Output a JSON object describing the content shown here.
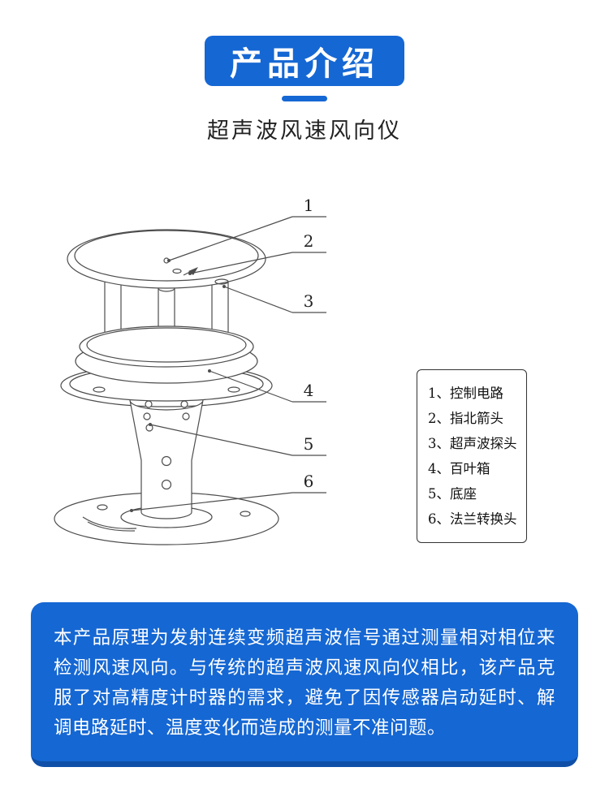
{
  "header": {
    "title": "产品介绍",
    "subtitle": "超声波风速风向仪"
  },
  "diagram": {
    "callouts": [
      "1",
      "2",
      "3",
      "4",
      "5",
      "6"
    ]
  },
  "legend": {
    "items": [
      "1、控制电路",
      "2、指北箭头",
      "3、超声波探头",
      "4、百叶箱",
      "5、底座",
      "6、法兰转换头"
    ]
  },
  "description": {
    "text": "本产品原理为发射连续变频超声波信号通过测量相对相位来检测风速风向。与传统的超声波风速风向仪相比，该产品克服了对高精度计时器的需求，避免了因传感器启动延时、解调电路延时、温度变化而造成的测量不准问题。"
  },
  "colors": {
    "primary": "#1567d3",
    "primary-dark": "#0f4fa8"
  }
}
